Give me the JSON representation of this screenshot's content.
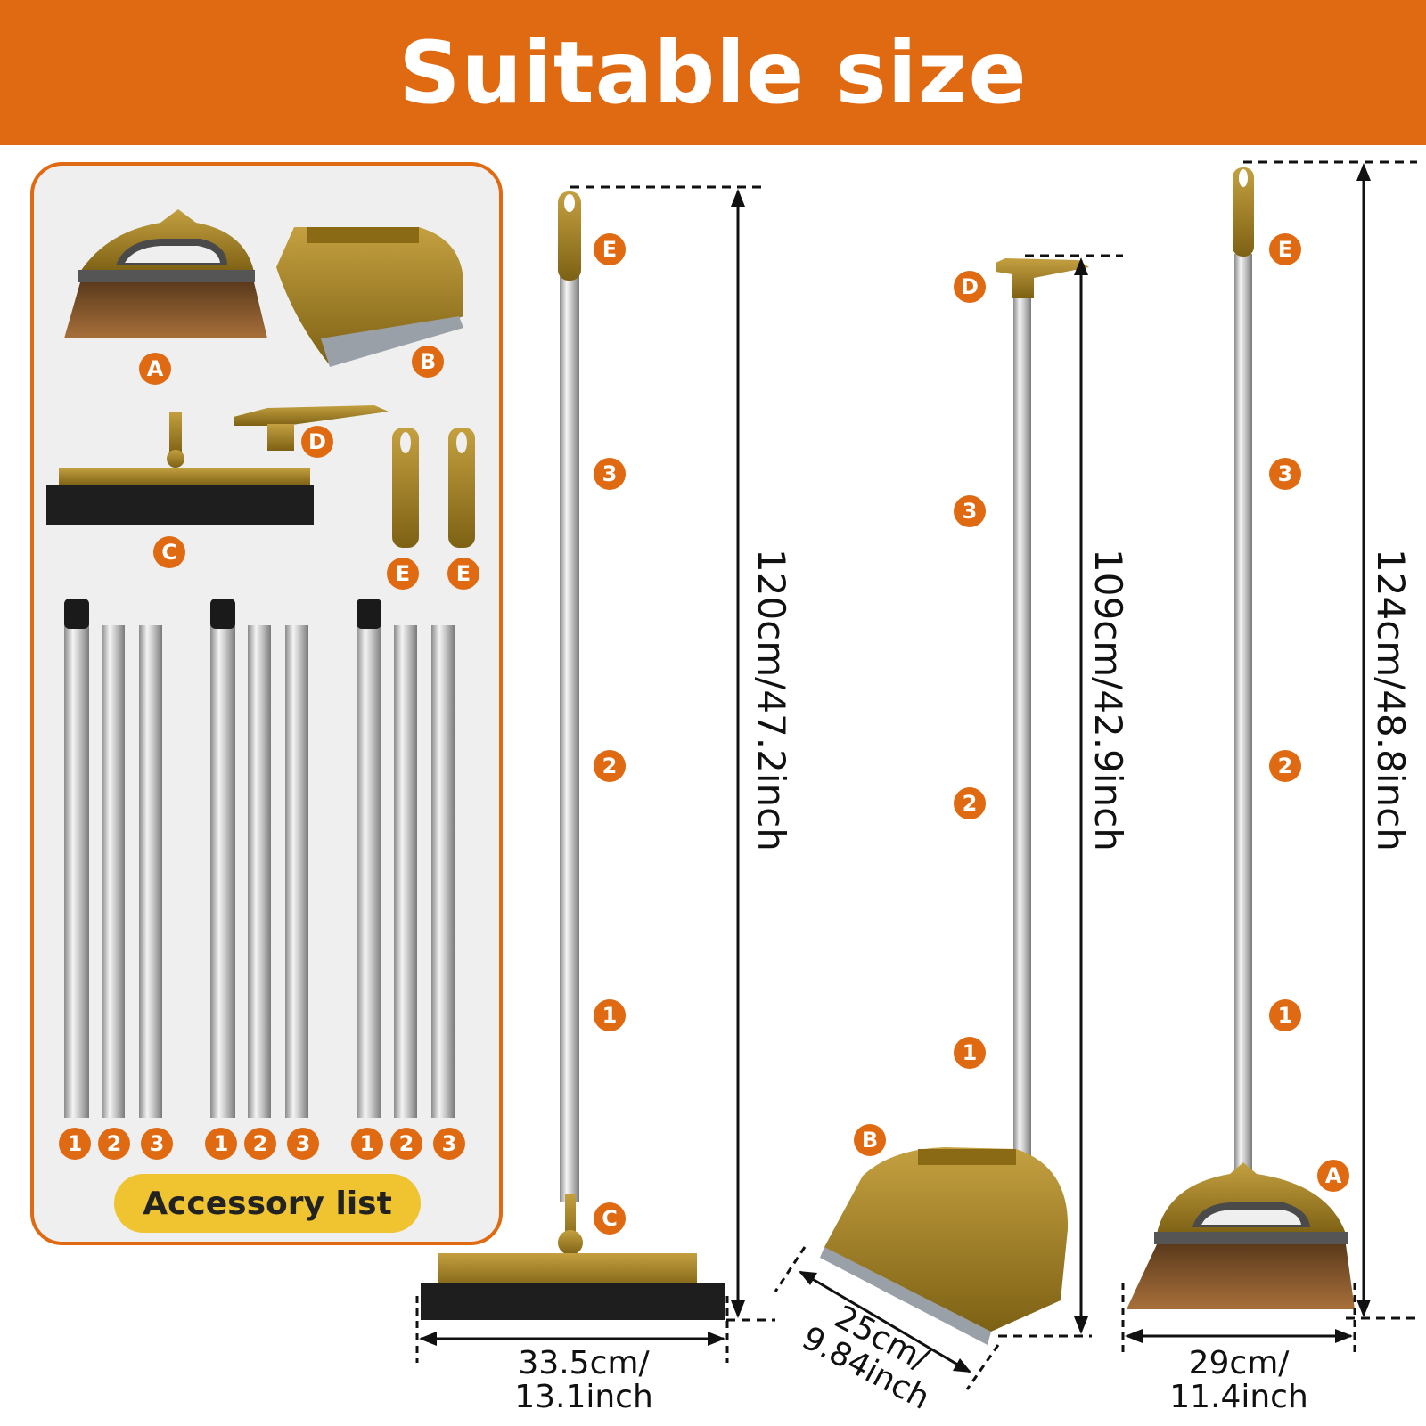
{
  "header": {
    "title": "Suitable size"
  },
  "accessories": {
    "label": "Accessory list",
    "part_labels": [
      "A",
      "B",
      "C",
      "D",
      "E",
      "E"
    ],
    "pole_numbers": [
      "1",
      "2",
      "3",
      "1",
      "2",
      "3",
      "1",
      "2",
      "3"
    ]
  },
  "products": [
    {
      "name": "squeegee",
      "height": "120cm/47.2inch",
      "width_line1": "33.5cm/",
      "width_line2": "13.1inch",
      "markers": [
        "E",
        "3",
        "2",
        "1",
        "C"
      ]
    },
    {
      "name": "dustpan",
      "height": "109cm/42.9inch",
      "width_line1": "25cm/",
      "width_line2": "9.84inch",
      "markers": [
        "D",
        "3",
        "2",
        "1",
        "B"
      ]
    },
    {
      "name": "broom",
      "height": "124cm/48.8inch",
      "width_line1": "29cm/",
      "width_line2": "11.4inch",
      "markers": [
        "E",
        "3",
        "2",
        "1",
        "A"
      ]
    }
  ],
  "colors": {
    "accent": "#e06a12",
    "gold": "#9a7a1e",
    "pill": "#efc430",
    "panel": "#efefef"
  }
}
